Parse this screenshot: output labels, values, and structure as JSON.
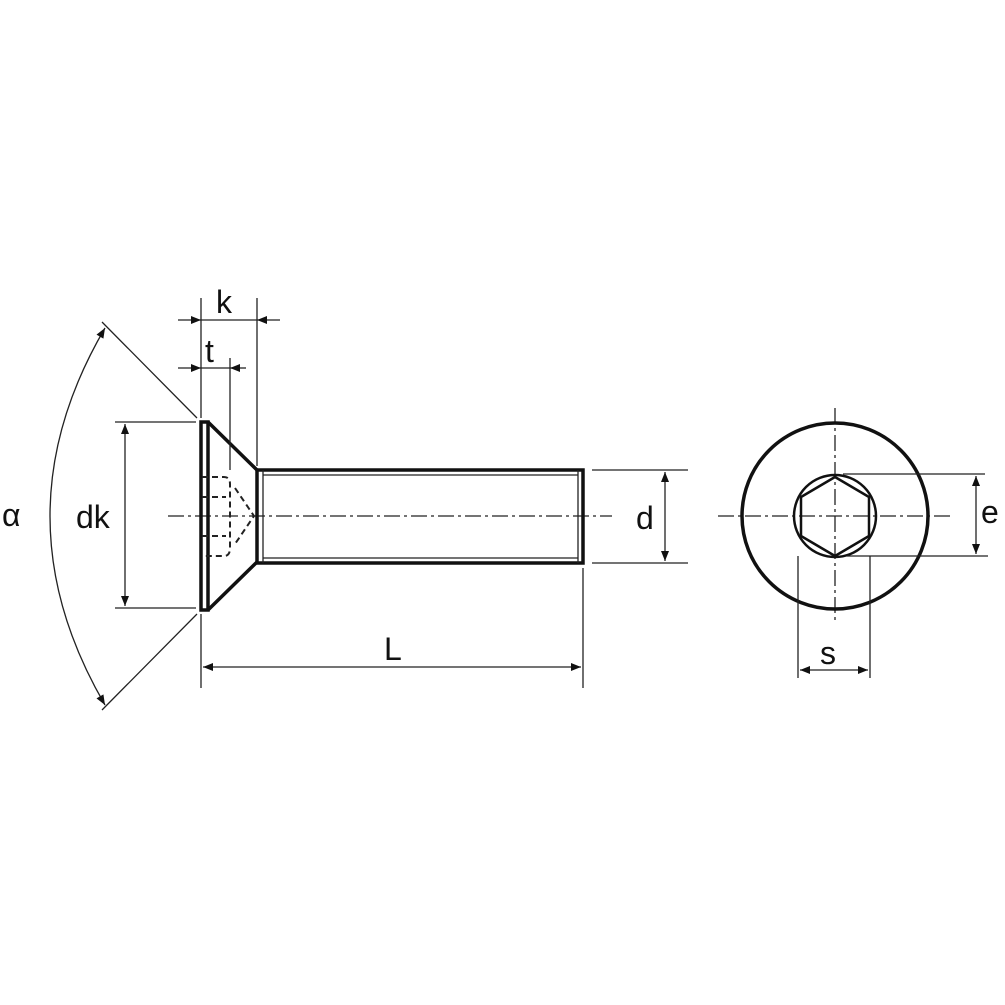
{
  "title": "Countersunk hex socket screw dimension drawing",
  "labels": {
    "alpha": "α",
    "dk": "dk",
    "k": "k",
    "t": "t",
    "d": "d",
    "L": "L",
    "e": "e",
    "s": "s"
  },
  "colors": {
    "line": "#111111",
    "background": "#ffffff"
  }
}
